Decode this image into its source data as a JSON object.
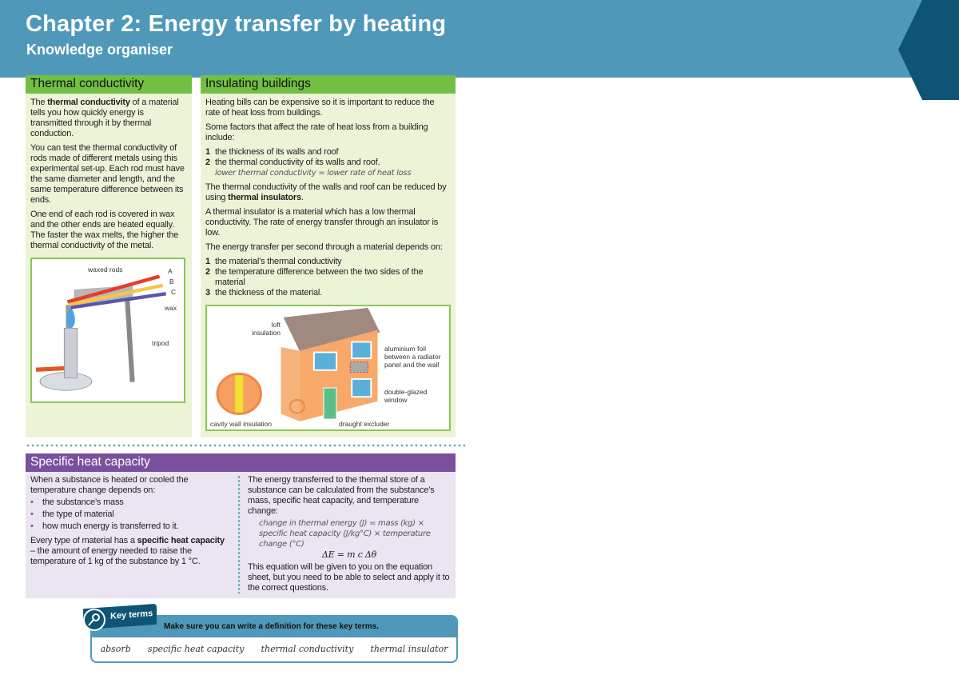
{
  "header": {
    "title": "Chapter 2: Energy transfer by heating",
    "subtitle": "Knowledge organiser",
    "color": "#4f98b9",
    "accent": "#0e5575"
  },
  "thermal_conductivity": {
    "heading": "Thermal conductivity",
    "p1_pre": "The ",
    "p1_bold": "thermal conductivity",
    "p1_post": " of a material tells you how quickly energy is transmitted through it by thermal conduction.",
    "p2": "You can test the thermal conductivity of rods made of different metals using this experimental set-up. Each rod must have the same diameter and length, and the same temperature difference between its ends.",
    "p3": "One end of each rod is covered in wax and the other ends are heated equally. The faster the wax melts, the higher the thermal conductivity of the metal.",
    "figure": {
      "waxed_rods": "waxed rods",
      "a": "A",
      "b": "B",
      "c": "C",
      "wax": "wax",
      "tripod": "tripod"
    }
  },
  "insulating": {
    "heading": "Insulating buildings",
    "p1": "Heating bills can be expensive so it is important to reduce the rate of heat loss from buildings.",
    "p2": "Some factors that affect the rate of heat loss from a building include:",
    "factors": [
      {
        "n": "1",
        "t": "the thickness of its walls and roof"
      },
      {
        "n": "2",
        "t": "the thermal conductivity of its walls and roof."
      }
    ],
    "note": "lower thermal conductivity = lower rate of heat loss",
    "p3_pre": "The thermal conductivity of the walls and roof can be reduced by using ",
    "p3_bold": "thermal insulators",
    "p3_post": ".",
    "p4": "A thermal insulator is a material which has a low thermal conductivity. The rate of energy transfer through an insulator is low.",
    "p5": "The energy transfer per second through a material depends on:",
    "depends": [
      {
        "n": "1",
        "t": "the material’s thermal conductivity"
      },
      {
        "n": "2",
        "t": "the temperature difference between the two sides of the material"
      },
      {
        "n": "3",
        "t": "the thickness of the material."
      }
    ],
    "figure": {
      "loft": "loft insulation",
      "foil": "aluminium foil between a radiator panel and the wall",
      "window": "double-glazed window",
      "draught": "draught excluder",
      "cavity": "cavity wall insulation"
    }
  },
  "shc": {
    "heading": "Specific heat capacity",
    "p1": "When a substance is heated or cooled the temperature change depends on:",
    "bullets": [
      "the substance’s mass",
      "the type of material",
      "how much energy is transferred to it."
    ],
    "p2_pre": "Every type of material has a ",
    "p2_bold": "specific heat capacity",
    "p2_post": " – the amount of energy needed to raise the temperature of 1 kg of the substance by 1 °C.",
    "p3": "The energy transferred to the thermal store of a substance can be calculated from the substance’s mass, specific heat capacity, and temperature change:",
    "word_eq": "change in thermal energy (J) = mass (kg) × specific heat capacity (J/kg°C) × temperature change (°C)",
    "eq": "ΔE = m c Δθ",
    "p4": "This equation will be given to you on the equation sheet, but you need to be able to select and apply it to the correct questions."
  },
  "key_terms": {
    "tab": "Key terms",
    "instruction": "Make sure you can write a definition for these key terms.",
    "terms": [
      "absorb",
      "specific heat capacity",
      "thermal conductivity",
      "thermal insulator"
    ]
  }
}
